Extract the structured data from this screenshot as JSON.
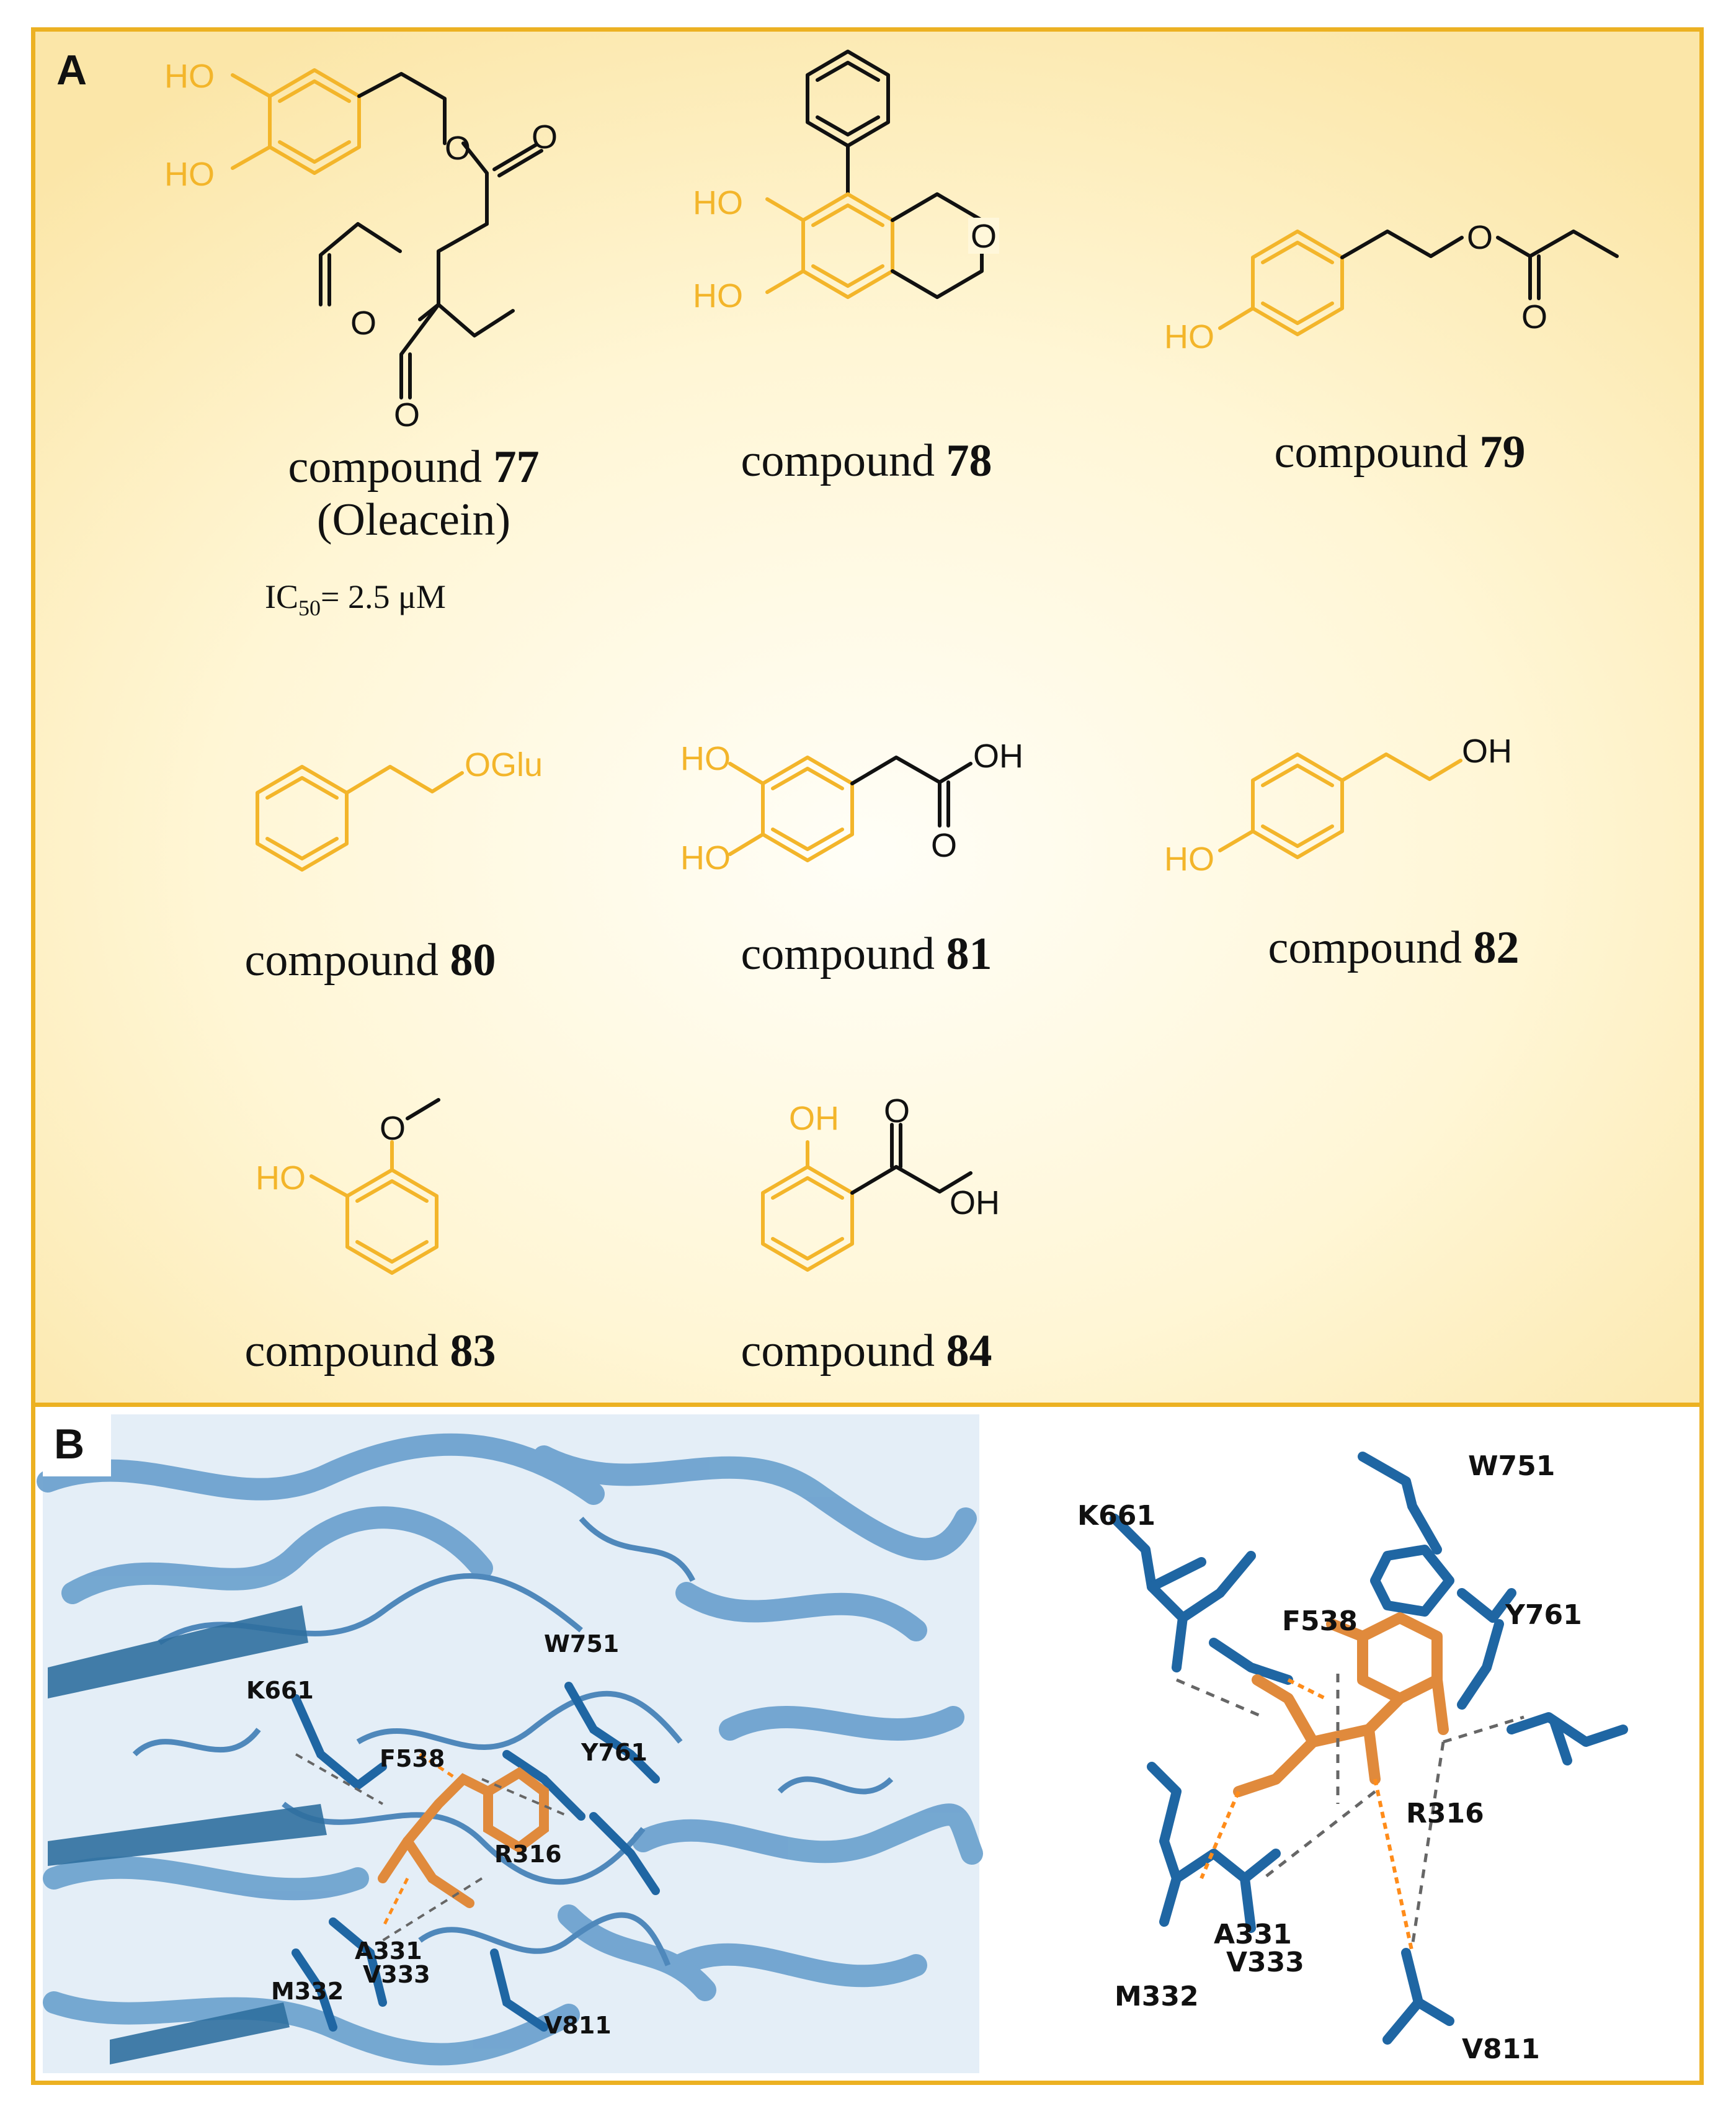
{
  "panel_a": {
    "letter": "A",
    "compounds": [
      {
        "prefix": "compound ",
        "number": "77",
        "name": "(Oleacein)",
        "ic50_label": "IC",
        "ic50_sub": "50",
        "ic50_value": "= 2.5 μM"
      },
      {
        "prefix": "compound ",
        "number": "78"
      },
      {
        "prefix": "compound ",
        "number": "79"
      },
      {
        "prefix": "compound ",
        "number": "80"
      },
      {
        "prefix": "compound ",
        "number": "81"
      },
      {
        "prefix": "compound ",
        "number": "82"
      },
      {
        "prefix": "compound ",
        "number": "83"
      },
      {
        "prefix": "compound ",
        "number": "84"
      }
    ],
    "atom_labels": {
      "ho": "HO",
      "oh": "OH",
      "o": "O",
      "oglu": "OGlu"
    }
  },
  "panel_b": {
    "letter": "B",
    "left_residues": [
      "K661",
      "W751",
      "F538",
      "Y761",
      "R316",
      "A331",
      "V333",
      "M332",
      "V811"
    ],
    "right_residues": [
      "K661",
      "W751",
      "F538",
      "Y761",
      "R316",
      "A331",
      "V333",
      "M332",
      "V811"
    ]
  },
  "colors": {
    "panel_border": "#ecb122",
    "pharmacophore": "#f3b52a",
    "protein_ribbon": "#6fa3cf",
    "residue_sticks": "#1f66a3",
    "ligand": "#e08a3c"
  }
}
